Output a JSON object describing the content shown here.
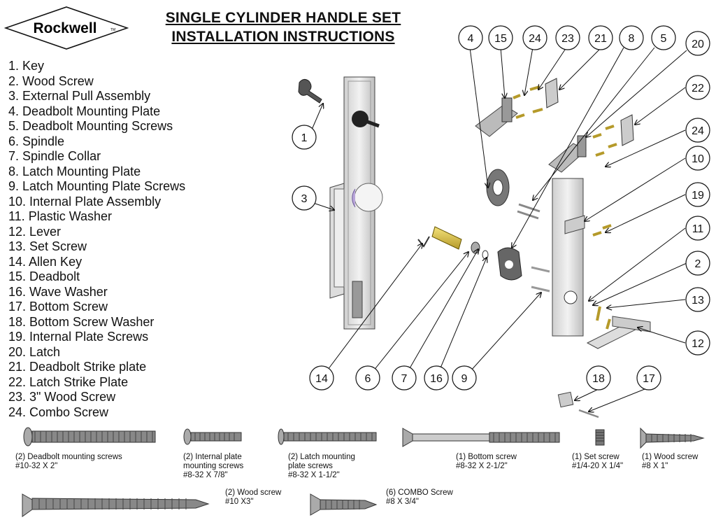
{
  "brand": {
    "name": "Rockwell",
    "tm": "TM"
  },
  "title": {
    "line1": "SINGLE CYLINDER HANDLE SET",
    "line2": "INSTALLATION INSTRUCTIONS"
  },
  "parts": [
    "1.  Key",
    "2.  Wood Screw",
    "3.  External Pull Assembly",
    "4.  Deadbolt Mounting Plate",
    "5.  Deadbolt Mounting Screws",
    "6.  Spindle",
    "7.  Spindle Collar",
    "8.  Latch Mounting Plate",
    "9.  Latch Mounting Plate Screws",
    "10. Internal Plate Assembly",
    "11. Plastic Washer",
    "12. Lever",
    "13. Set Screw",
    "14. Allen Key",
    "15. Deadbolt",
    "16. Wave Washer",
    "17. Bottom Screw",
    "18. Bottom Screw Washer",
    "19. Internal Plate Screws",
    "20. Latch",
    "21. Deadbolt Strike plate",
    "22. Latch Strike Plate",
    "23. 3\" Wood Screw",
    "24. Combo Screw"
  ],
  "callouts": [
    "1",
    "3",
    "4",
    "15",
    "24",
    "23",
    "21",
    "8",
    "5",
    "20",
    "22",
    "24",
    "10",
    "19",
    "11",
    "2",
    "13",
    "12",
    "14",
    "6",
    "7",
    "16",
    "9",
    "18",
    "17"
  ],
  "screws": [
    {
      "qty": "(2) Deadbolt mounting screws",
      "spec": "#10-32 X 2\""
    },
    {
      "qty": "(2) Internal plate",
      "qty2": "mounting screws",
      "spec": "#8-32 X 7/8\""
    },
    {
      "qty": "(2) Latch mounting",
      "qty2": "plate screws",
      "spec": "#8-32 X 1-1/2\""
    },
    {
      "qty": "(1) Bottom screw",
      "spec": "#8-32 X 2-1/2\""
    },
    {
      "qty": "(1) Set screw",
      "spec": "#1/4-20 X 1/4\""
    },
    {
      "qty": "(1) Wood screw",
      "spec": "#8 X 1\""
    },
    {
      "qty": "(2) Wood screw",
      "spec": "#10 X3\""
    },
    {
      "qty": "(6) COMBO Screw",
      "spec": "#8 X 3/4\""
    }
  ]
}
